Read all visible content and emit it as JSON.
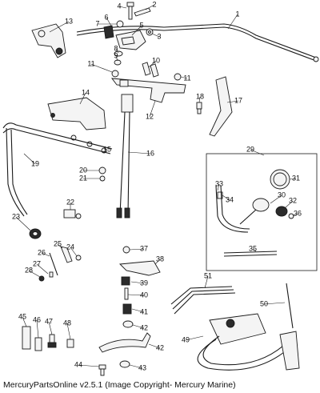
{
  "diagram": {
    "callouts": [
      "1",
      "2",
      "3",
      "4",
      "5",
      "6",
      "7",
      "8",
      "9",
      "10",
      "11",
      "11",
      "12",
      "13",
      "14",
      "15",
      "16",
      "17",
      "18",
      "19",
      "20",
      "21",
      "22",
      "23",
      "24",
      "25",
      "26",
      "27",
      "28",
      "29",
      "30",
      "31",
      "32",
      "33",
      "34",
      "35",
      "36",
      "37",
      "38",
      "39",
      "40",
      "41",
      "42",
      "42",
      "43",
      "44",
      "45",
      "46",
      "47",
      "48",
      "49",
      "50",
      "51"
    ]
  },
  "footer": {
    "caption": "MercuryPartsOnline v2.5.1 (Image Copyright- Mercury Marine)"
  }
}
